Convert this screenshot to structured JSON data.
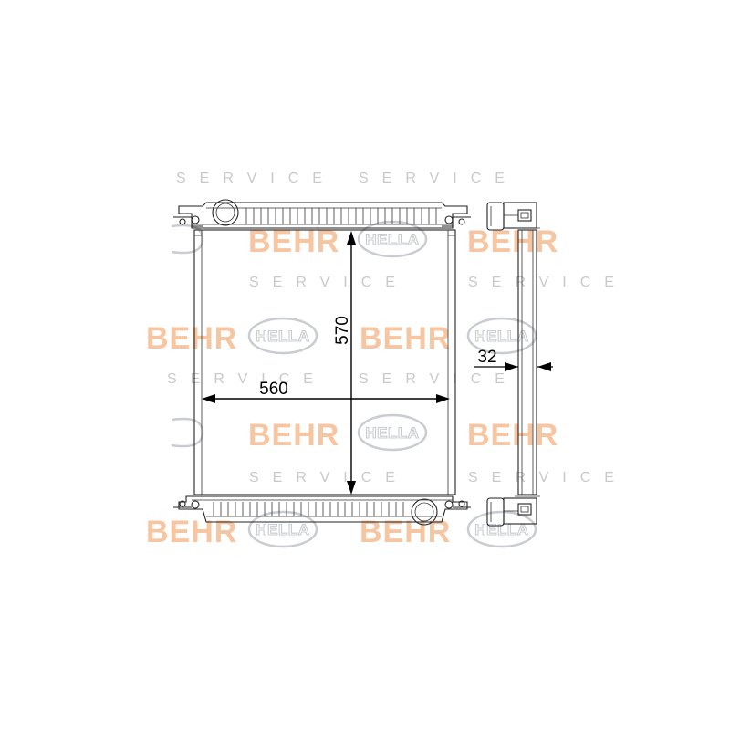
{
  "dimensions": {
    "width_label": "560",
    "height_label": "570",
    "depth_label": "32"
  },
  "watermark": {
    "brand_a": "BEHR",
    "brand_b": "HELLA",
    "service": "SERVICE"
  },
  "colors": {
    "line": "#222222",
    "behr_watermark": "#f6c6a2",
    "hella_watermark": "#c9ccd0",
    "service_watermark": "#c7c9cc"
  }
}
